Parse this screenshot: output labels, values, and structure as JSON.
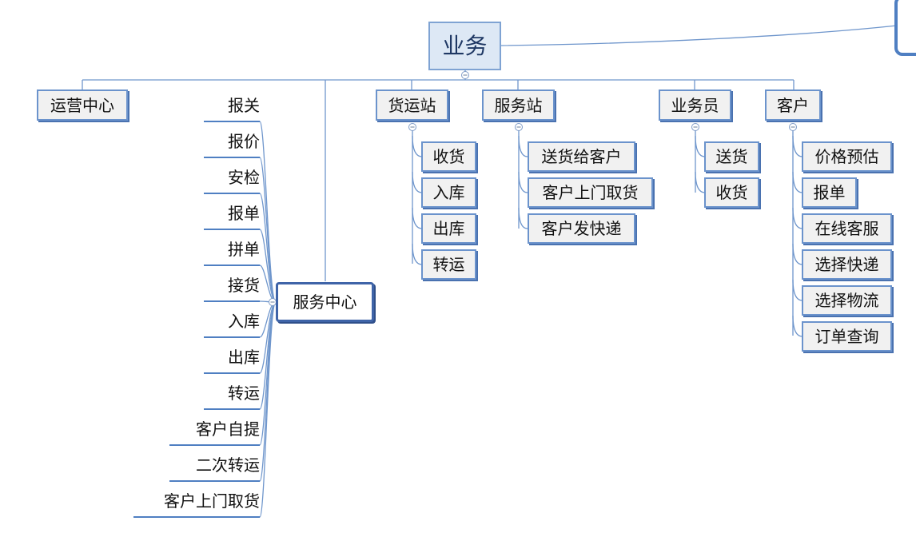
{
  "root": {
    "label": "业务"
  },
  "operations": {
    "label": "运营中心"
  },
  "service_center": {
    "label": "服务中心",
    "children": [
      "报关",
      "报价",
      "安检",
      "报单",
      "拼单",
      "接货",
      "入库",
      "出库",
      "转运",
      "客户自提",
      "二次转运",
      "客户上门取货"
    ]
  },
  "freight_station": {
    "label": "货运站",
    "children": [
      "收货",
      "入库",
      "出库",
      "转运"
    ]
  },
  "service_station": {
    "label": "服务站",
    "children": [
      "送货给客户",
      "客户上门取货",
      "客户发快递"
    ]
  },
  "salesman": {
    "label": "业务员",
    "children": [
      "送货",
      "收货"
    ]
  },
  "customer": {
    "label": "客户",
    "children": [
      "价格预估",
      "报单",
      "在线客服",
      "选择快递",
      "选择物流",
      "订单查询"
    ]
  },
  "colors": {
    "border": "#6b93cc",
    "line": "#4f7fc2",
    "root_fill": "#dde8f5"
  }
}
